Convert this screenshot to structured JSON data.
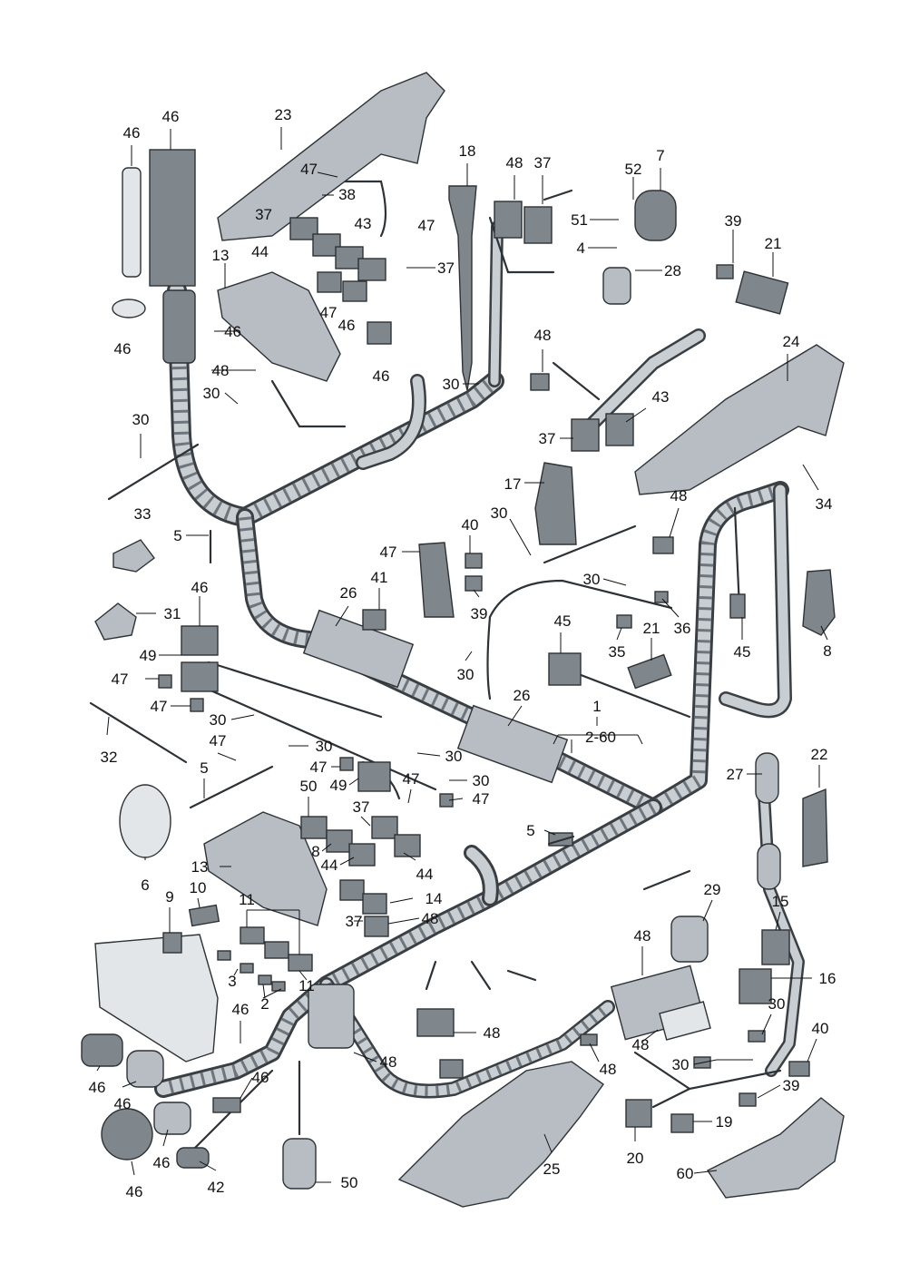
{
  "diagram": {
    "callouts": {
      "c1": "46",
      "c2": "23",
      "c3": "46",
      "c4": "18",
      "c5": "48",
      "c6": "37",
      "c7": "7",
      "c8": "52",
      "c9": "47",
      "c10": "38",
      "c11": "37",
      "c12": "43",
      "c13": "47",
      "c14": "51",
      "c15": "39",
      "c16": "44",
      "c17": "4",
      "c18": "21",
      "c19": "13",
      "c20": "37",
      "c21": "28",
      "c22": "47",
      "c23": "46",
      "c24": "46",
      "c25": "46",
      "c26": "46",
      "c27": "48",
      "c28": "48",
      "c29": "24",
      "c30": "30",
      "c31": "30",
      "c32": "43",
      "c33": "30",
      "c34": "37",
      "c35": "17",
      "c36": "34",
      "c37": "33",
      "c38": "48",
      "c39": "5",
      "c40": "30",
      "c41": "40",
      "c42": "47",
      "c43": "41",
      "c44": "30",
      "c45": "46",
      "c46": "26",
      "c47": "39",
      "c48": "36",
      "c49": "31",
      "c50": "45",
      "c51": "21",
      "c52": "45",
      "c53": "8",
      "c54": "49",
      "c55": "35",
      "c56": "47",
      "c57": "30",
      "c58": "47",
      "c59": "26",
      "c60": "1",
      "c61": "30",
      "c62": "2-60",
      "c63": "32",
      "c64": "47",
      "c65": "30",
      "c66": "30",
      "c67": "22",
      "c68": "5",
      "c69": "47",
      "c70": "30",
      "c71": "27",
      "c72": "49",
      "c73": "47",
      "c74": "50",
      "c75": "47",
      "c76": "37",
      "c77": "5",
      "c78": "8",
      "c79": "6",
      "c80": "13",
      "c81": "44",
      "c82": "44",
      "c83": "29",
      "c84": "15",
      "c85": "9",
      "c86": "10",
      "c87": "14",
      "c88": "11",
      "c89": "37",
      "c90": "48",
      "c91": "48",
      "c92": "16",
      "c93": "3",
      "c94": "11",
      "c95": "2",
      "c96": "30",
      "c97": "46",
      "c98": "48",
      "c99": "40",
      "c100": "48",
      "c101": "48",
      "c102": "48",
      "c103": "30",
      "c104": "46",
      "c105": "46",
      "c106": "39",
      "c107": "46",
      "c108": "19",
      "c109": "46",
      "c110": "20",
      "c111": "25",
      "c112": "60",
      "c113": "46",
      "c114": "42",
      "c115": "50"
    }
  }
}
